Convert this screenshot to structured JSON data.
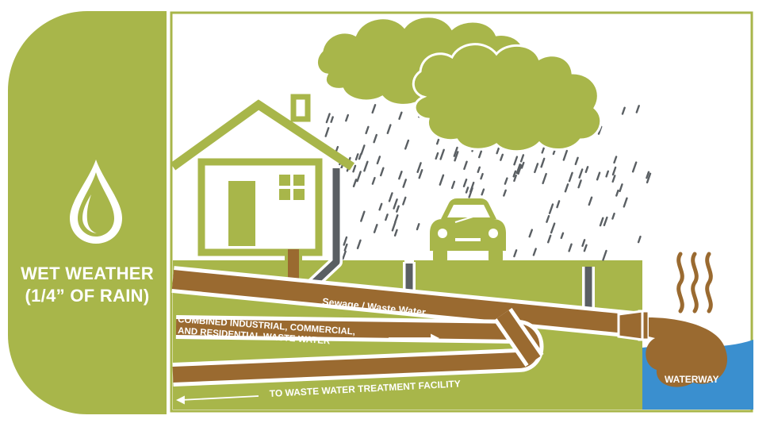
{
  "left_panel": {
    "icon": "water-drop-icon",
    "title_line1": "WET WEATHER",
    "title_line2": "(1/4” OF RAIN)"
  },
  "labels": {
    "sewage": "Sewage / Waste Water",
    "combined_line1": "COMBINED INDUSTRIAL, COMMERCIAL,",
    "combined_line2": "AND RESIDENTIAL WASTE WATER",
    "treatment": "TO WASTE WATER TREATMENT FACILITY",
    "waterway": "WATERWAY"
  },
  "icons": [
    "house-icon",
    "cloud-icon",
    "rain-icon",
    "car-icon",
    "storm-drain-icon",
    "outfall-pipe-icon",
    "odor-icon"
  ],
  "colors": {
    "green": "#a8b64a",
    "light_green": "#b4c258",
    "pipe_brown": "#9a6a30",
    "rain_gray": "#5a5f63",
    "water_blue": "#3a8fcf",
    "frame": "#a8b64a"
  }
}
